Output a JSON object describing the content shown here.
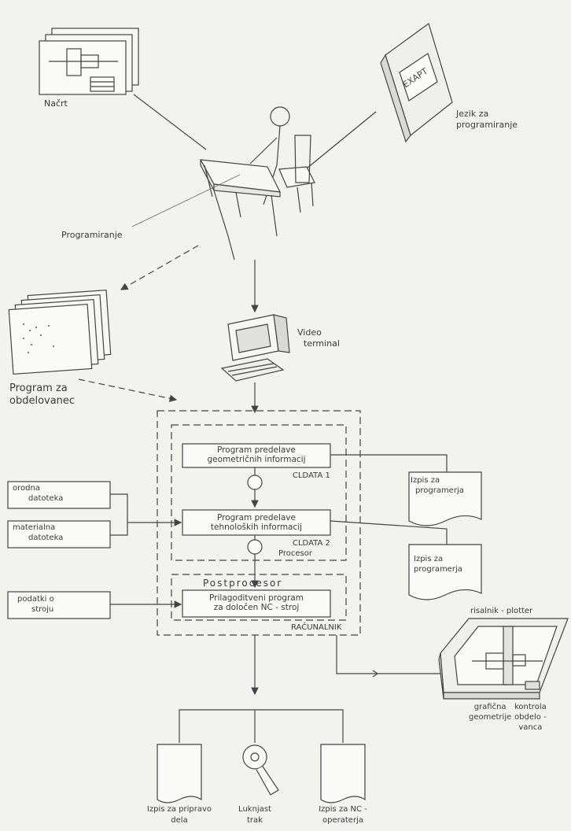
{
  "labels": {
    "nacrt": "Načrt",
    "jezik_line1": "Jezik za",
    "jezik_line2": "programiranje",
    "exapt": "EXAPT",
    "programiranje": "Programiranje",
    "program_line1": "Program za",
    "program_line2": "obdelovanec",
    "video_line1": "Video",
    "video_line2": "terminal",
    "geo_line1": "Program predelave",
    "geo_line2": "geometričnih informacij",
    "cldata1": "CLDATA 1",
    "teh_line1": "Program predelave",
    "teh_line2": "tehnoloških informacij",
    "cldata2": "CLDATA 2",
    "procesor": "Procesor",
    "postprocesor": "Postprocesor",
    "pril_line1": "Prilagoditveni program",
    "pril_line2": "za določen NC - stroj",
    "racunalnik": "RAČUNALNIK",
    "orodna_line1": "orodna",
    "orodna_line2": "datoteka",
    "mat_line1": "materialna",
    "mat_line2": "datoteka",
    "podatki_line1": "podatki o",
    "podatki_line2": "stroju",
    "izpis1_line1": "Izpis za",
    "izpis1_line2": "programerja",
    "izpis2_line1": "Izpis za",
    "izpis2_line2": "programerja",
    "plotter": "risalnik - plotter",
    "graficna_line1": "grafična",
    "graficna_line2": "geometrije",
    "kontrola_line1": "kontrola",
    "kontrola_line2": "obdelo -",
    "kontrola_line3": "vanca",
    "out1_line1": "Izpis za pripravo",
    "out1_line2": "dela",
    "out2_line1": "Luknjast",
    "out2_line2": "trak",
    "out3_line1": "Izpis za NC -",
    "out3_line2": "operaterja"
  }
}
